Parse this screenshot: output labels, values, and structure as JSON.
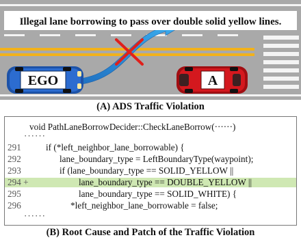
{
  "panel_a": {
    "banner": "Illegal lane borrowing to pass over double solid yellow lines.",
    "ego_label": "EGO",
    "other_label": "A",
    "caption": "(A) ADS Traffic Violation",
    "colors": {
      "road": "#a9a9a9",
      "yellow_line": "#f2b21b",
      "arrow": "#2e9be0",
      "cross": "#e0201b",
      "ego_car": "#2266c8",
      "other_car": "#d4181e"
    }
  },
  "panel_b": {
    "header": "void PathLaneBorrowDecider::CheckLaneBorrow(······)",
    "ellipsis_top": "······",
    "ellipsis_bottom": "······",
    "lines": [
      {
        "num": "291",
        "code": "if (*left_neighbor_lane_borrowable) {"
      },
      {
        "num": "292",
        "code": "lane_boundary_type = LeftBoundaryType(waypoint);"
      },
      {
        "num": "293",
        "code": "if (lane_boundary_type == SOLID_YELLOW ||"
      },
      {
        "num": "294 +",
        "code": "lane_boundary_type == DOUBLE_YELLOW ||"
      },
      {
        "num": "295",
        "code": "lane_boundary_type == SOLID_WHITE) {"
      },
      {
        "num": "296",
        "code": "*left_neighbor_lane_borrowable = false;"
      }
    ],
    "caption": "(B) Root Cause and Patch of the Traffic Violation"
  }
}
